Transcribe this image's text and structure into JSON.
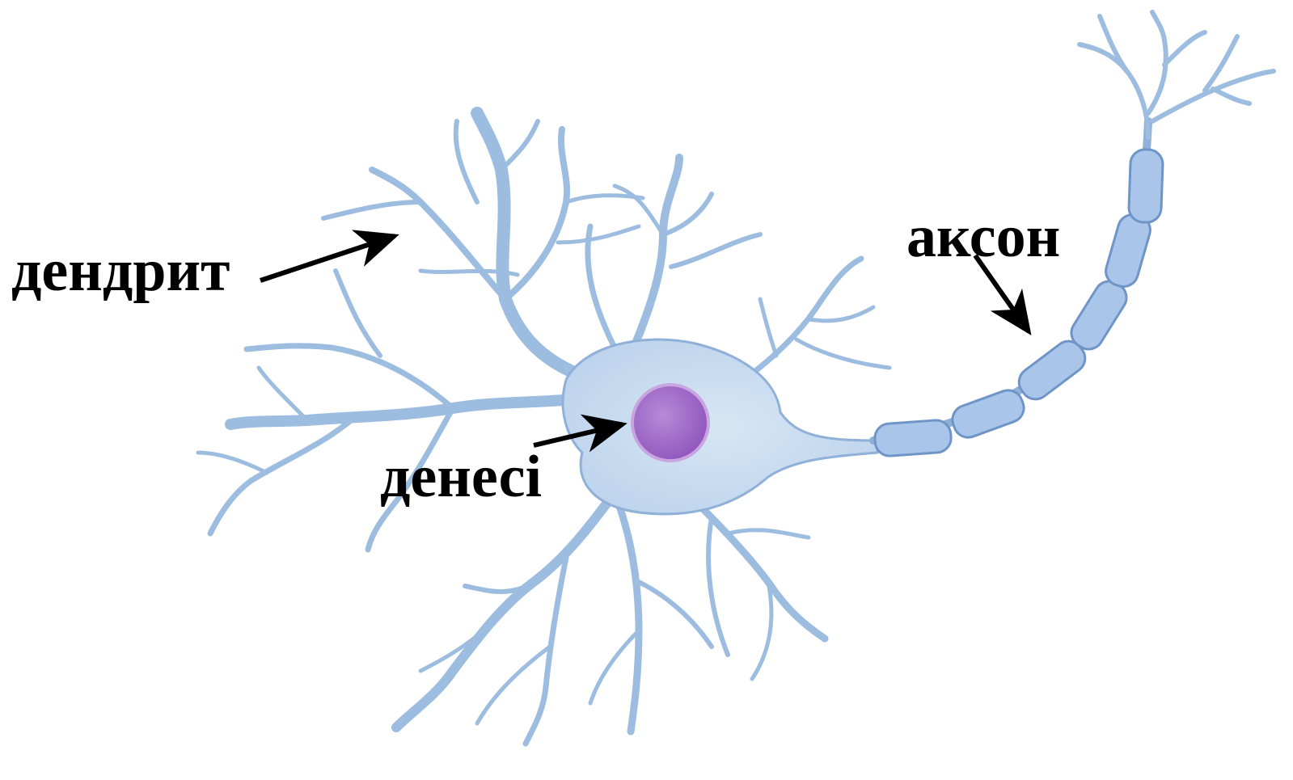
{
  "diagram": {
    "labels": {
      "dendrite": "дендрит",
      "axon": "аксон",
      "cell_body": "денесі"
    }
  },
  "colors": {
    "neuron_fill": "#c9dcef",
    "neuron_stroke": "#8fb0d8",
    "myelin_fill": "#a9c6ea",
    "myelin_stroke": "#6f95c8",
    "nucleus": "#9b63c4",
    "label_text": "#000000",
    "arrow": "#000000"
  }
}
